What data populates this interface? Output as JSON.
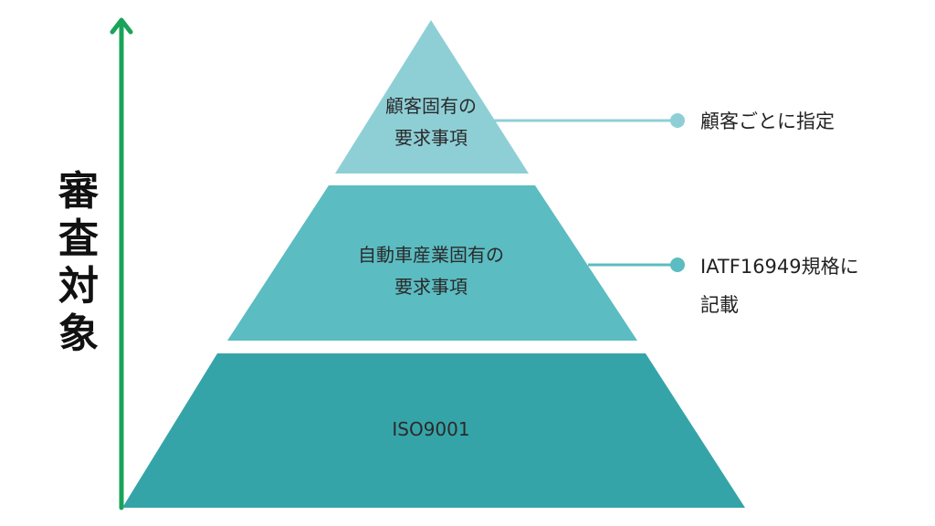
{
  "axis": {
    "label_chars": [
      "審",
      "査",
      "対",
      "象"
    ],
    "color": "#1aa35a"
  },
  "tiers": [
    {
      "id": "top",
      "lines": [
        "顧客固有の",
        "要求事項"
      ],
      "color": "#8ecfd6",
      "note": {
        "lines": [
          "顧客ごとに指定"
        ],
        "color": "#8ecfd6"
      }
    },
    {
      "id": "middle",
      "lines": [
        "自動車産業固有の",
        "要求事項"
      ],
      "color": "#5bbcc1",
      "note": {
        "lines": [
          "IATF16949規格に",
          "記載"
        ],
        "color": "#5bbcc1"
      }
    },
    {
      "id": "bottom",
      "lines": [
        "ISO9001"
      ],
      "color": "#35a4a8"
    }
  ]
}
